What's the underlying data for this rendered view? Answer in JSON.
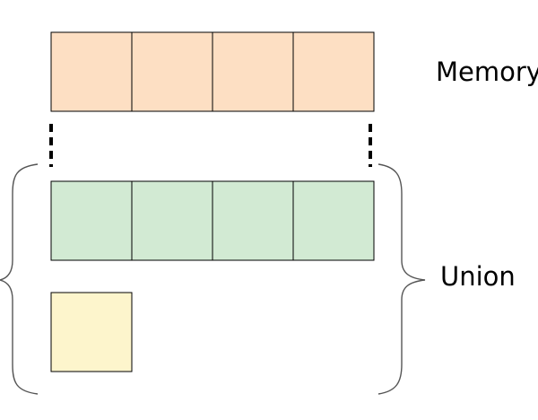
{
  "labels": {
    "memory": "Memory",
    "union": "Union"
  },
  "colors": {
    "memory_cell_fill": "#fddfc3",
    "union_cell_fill": "#d2ead3",
    "small_cell_fill": "#fdf5cc",
    "cell_stroke": "#000000",
    "brace_stroke": "#555555",
    "dash_stroke": "#000000"
  },
  "rows": {
    "memory_row_cells": 4,
    "union_row_cells": 4,
    "small_row_cells": 1
  }
}
